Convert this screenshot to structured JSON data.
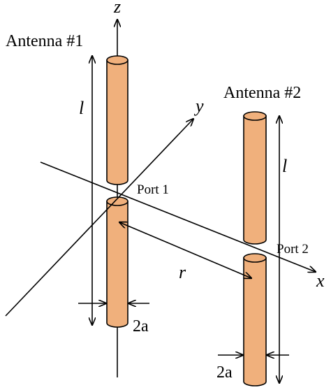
{
  "antenna1": {
    "title": "Antenna #1",
    "port": "Port 1",
    "length_symbol": "l",
    "radius_symbol": "2a"
  },
  "antenna2": {
    "title": "Antenna #2",
    "port": "Port 2",
    "length_symbol": "l",
    "radius_symbol": "2a"
  },
  "axes": {
    "x": "x",
    "y": "y",
    "z": "z"
  },
  "separation_symbol": "r",
  "colors": {
    "rod_fill": "#f0b07c",
    "stroke": "#000000",
    "background": "#ffffff"
  }
}
